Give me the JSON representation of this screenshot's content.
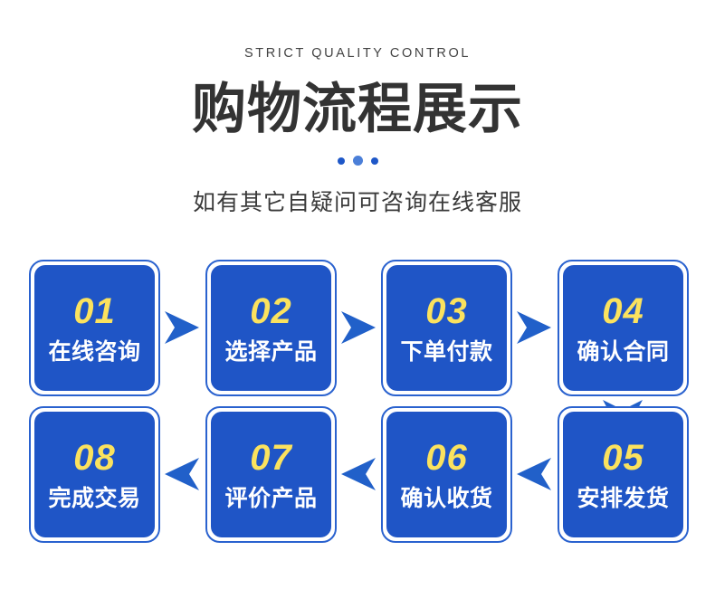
{
  "header": {
    "eyebrow": "STRICT QUALITY CONTROL",
    "title": "购物流程展示",
    "subtitle": "如有其它自疑问可咨询在线客服",
    "dots_count": 3
  },
  "colors": {
    "box_fill": "#1f55c6",
    "box_border": "#2a62cf",
    "number_yellow": "#fbe25e",
    "arrow_blue": "#2160c9",
    "dot_dark": "#1e57c8",
    "dot_light": "#4b7fd8",
    "title_gray": "#333333"
  },
  "flow": {
    "row1": {
      "steps": [
        {
          "num": "01",
          "label": "在线咨询"
        },
        {
          "num": "02",
          "label": "选择产品"
        },
        {
          "num": "03",
          "label": "下单付款"
        },
        {
          "num": "04",
          "label": "确认合同"
        }
      ],
      "arrows": [
        "arrow-right-icon",
        "arrow-right-icon",
        "arrow-right-icon"
      ]
    },
    "connector": {
      "direction": "down",
      "icon": "arrow-down-icon"
    },
    "row2": {
      "steps": [
        {
          "num": "08",
          "label": "完成交易"
        },
        {
          "num": "07",
          "label": "评价产品"
        },
        {
          "num": "06",
          "label": "确认收货"
        },
        {
          "num": "05",
          "label": "安排发货"
        }
      ],
      "arrows": [
        "arrow-left-icon",
        "arrow-left-icon",
        "arrow-left-icon"
      ]
    }
  }
}
